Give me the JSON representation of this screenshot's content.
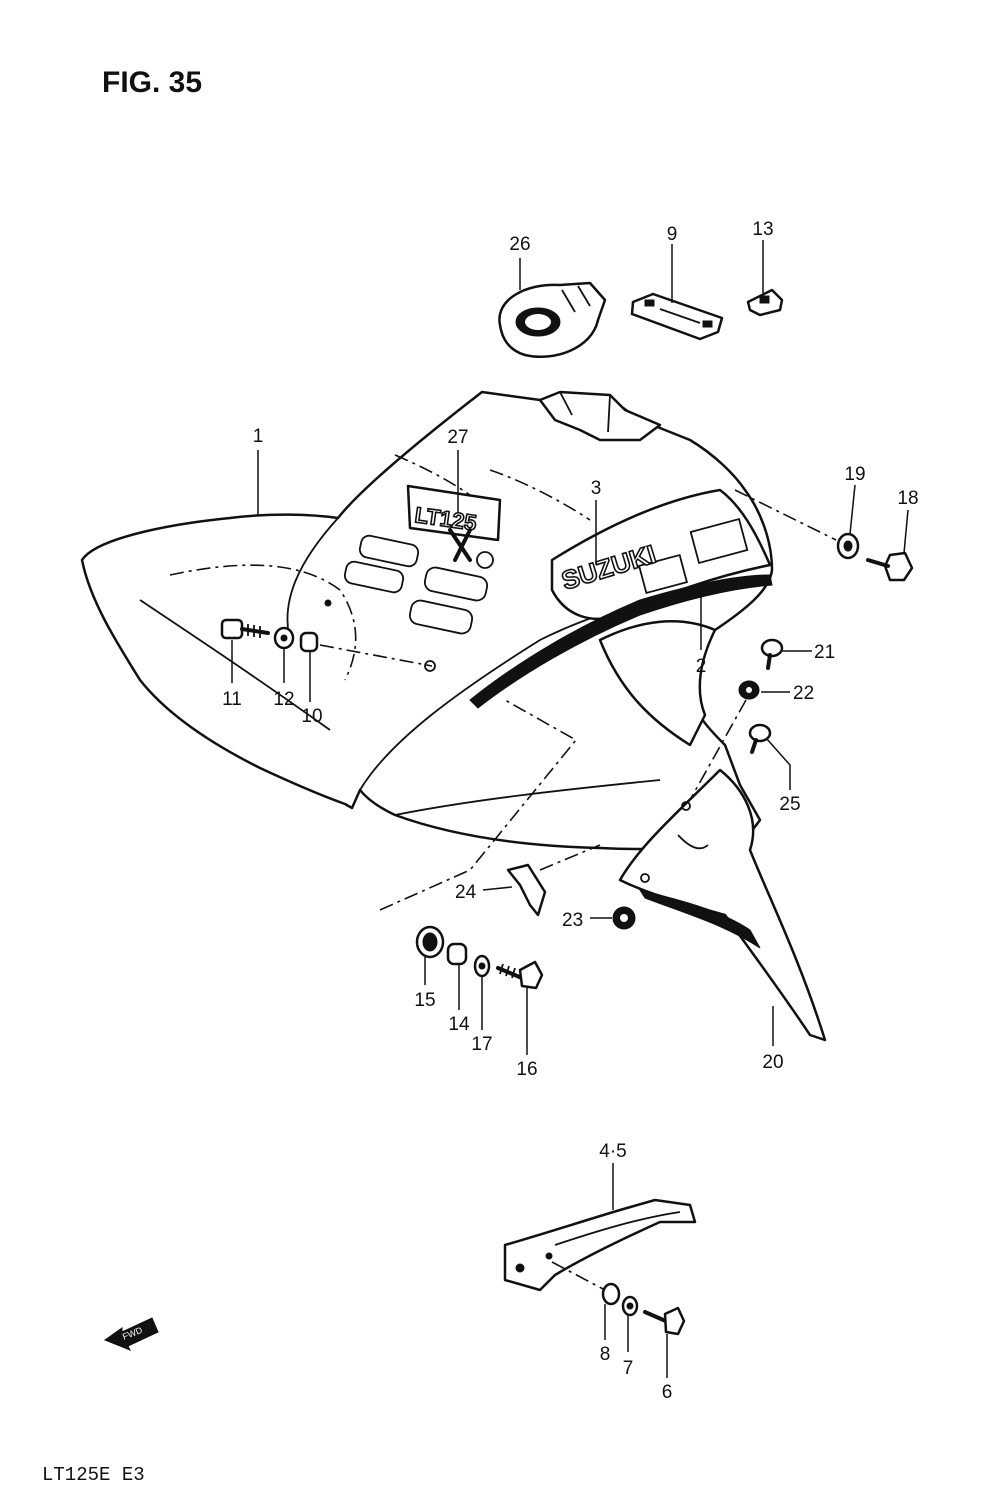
{
  "figure_title": "FIG. 35",
  "model_code": "LT125E  E3",
  "brand_decal": "SUZUKI",
  "model_decal": "LT125",
  "fwd_marker": "FWD",
  "part_labels": {
    "p1": "1",
    "p2": "2",
    "p3": "3",
    "p45": "4·5",
    "p6": "6",
    "p7": "7",
    "p8": "8",
    "p9": "9",
    "p10": "10",
    "p11": "11",
    "p12": "12",
    "p13": "13",
    "p14": "14",
    "p15": "15",
    "p16": "16",
    "p17": "17",
    "p18": "18",
    "p19": "19",
    "p20": "20",
    "p21": "21",
    "p22": "22",
    "p23": "23",
    "p24": "24",
    "p25": "25",
    "p26": "26",
    "p27": "27"
  }
}
